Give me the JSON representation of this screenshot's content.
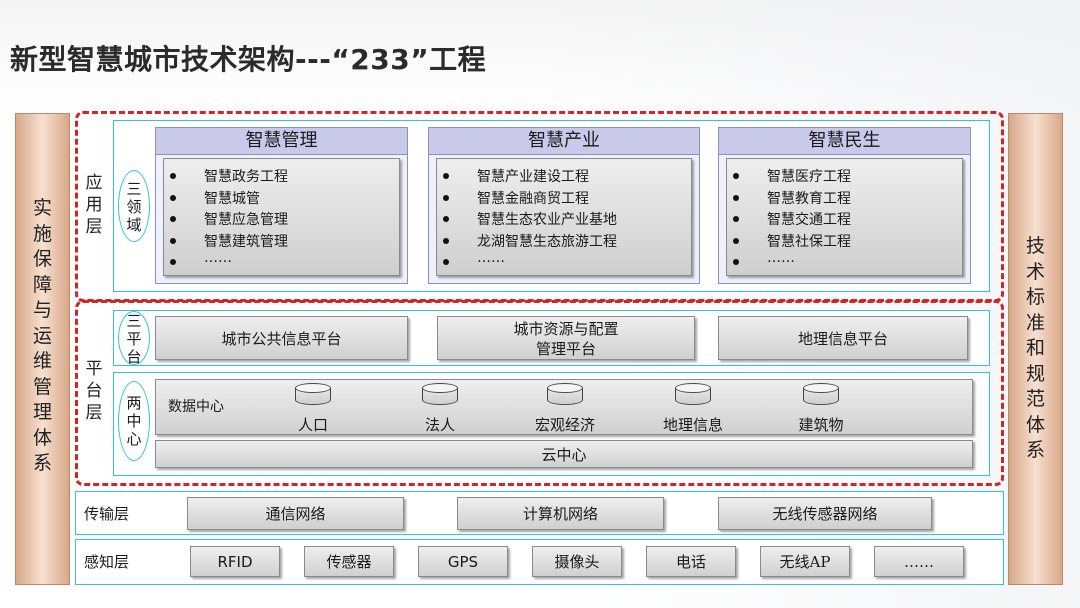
{
  "title": "新型智慧城市技术架构---“233”工程",
  "left_pillar": "实施保障与运维管理体系",
  "right_pillar": "技术标准和规范体系",
  "application_layer": {
    "label": "应用层",
    "tag": "三领域",
    "domains": [
      {
        "name": "智慧管理",
        "items": [
          "智慧政务工程",
          "智慧城管",
          "智慧应急管理",
          "智慧建筑管理",
          "……"
        ]
      },
      {
        "name": "智慧产业",
        "items": [
          "智慧产业建设工程",
          "智慧金融商贸工程",
          "智慧生态农业产业基地",
          "龙湖智慧生态旅游工程",
          "……"
        ]
      },
      {
        "name": "智慧民生",
        "items": [
          "智慧医疗工程",
          "智慧教育工程",
          "智慧交通工程",
          "智慧社保工程",
          "……"
        ]
      }
    ]
  },
  "platform_layer": {
    "label": "平台层",
    "platforms_tag": "三平台",
    "platforms": [
      "城市公共信息平台",
      "城市资源与配置管理平台",
      "地理信息平台"
    ],
    "centers_tag": "两中心",
    "data_center": {
      "label": "数据中心",
      "databases": [
        "人口",
        "法人",
        "宏观经济",
        "地理信息",
        "建筑物"
      ]
    },
    "cloud_center": "云中心"
  },
  "transport_layer": {
    "label": "传输层",
    "items": [
      "通信网络",
      "计算机网络",
      "无线传感器网络"
    ]
  },
  "sensing_layer": {
    "label": "感知层",
    "items": [
      "RFID",
      "传感器",
      "GPS",
      "摄像头",
      "电话",
      "无线AP",
      "……"
    ]
  },
  "colors": {
    "dashed_border": "#d0262a",
    "cyan_border": "#34c2e0",
    "pillar": "#e9c4ab",
    "domain_header": "#c9cae9"
  }
}
